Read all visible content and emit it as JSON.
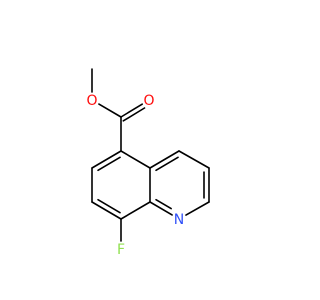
{
  "molecule": {
    "atoms": [
      {
        "id": "a1",
        "element": "C"
      },
      {
        "id": "a2",
        "element": "O",
        "label": "O"
      },
      {
        "id": "a3",
        "element": "C"
      },
      {
        "id": "a4",
        "element": "O",
        "label": "O"
      },
      {
        "id": "a5",
        "element": "C"
      },
      {
        "id": "a6",
        "element": "C"
      },
      {
        "id": "a7",
        "element": "C"
      },
      {
        "id": "a8",
        "element": "C"
      },
      {
        "id": "a9",
        "element": "F",
        "label": "F"
      },
      {
        "id": "a10",
        "element": "C"
      },
      {
        "id": "a11",
        "element": "N",
        "label": "N"
      },
      {
        "id": "a12",
        "element": "C"
      },
      {
        "id": "a13",
        "element": "C"
      },
      {
        "id": "a14",
        "element": "C"
      },
      {
        "id": "a15",
        "element": "C"
      }
    ],
    "bonds": [
      {
        "from": "a1",
        "to": "a2",
        "order": 1
      },
      {
        "from": "a2",
        "to": "a3",
        "order": 1
      },
      {
        "from": "a3",
        "to": "a4",
        "order": 2
      },
      {
        "from": "a3",
        "to": "a5",
        "order": 1
      },
      {
        "from": "a5",
        "to": "a6",
        "order": 2
      },
      {
        "from": "a6",
        "to": "a7",
        "order": 1
      },
      {
        "from": "a7",
        "to": "a8",
        "order": 2
      },
      {
        "from": "a8",
        "to": "a9",
        "order": 1
      },
      {
        "from": "a8",
        "to": "a10",
        "order": 1
      },
      {
        "from": "a10",
        "to": "a11",
        "order": 2
      },
      {
        "from": "a11",
        "to": "a12",
        "order": 1
      },
      {
        "from": "a12",
        "to": "a13",
        "order": 2
      },
      {
        "from": "a13",
        "to": "a14",
        "order": 1
      },
      {
        "from": "a14",
        "to": "a15",
        "order": 2
      },
      {
        "from": "a15",
        "to": "a5",
        "order": 1
      },
      {
        "from": "a15",
        "to": "a10",
        "order": 1
      }
    ]
  },
  "colors": {
    "bond": "#000000",
    "O": "#ff0d0d",
    "N": "#3050f8",
    "F": "#90e050"
  }
}
